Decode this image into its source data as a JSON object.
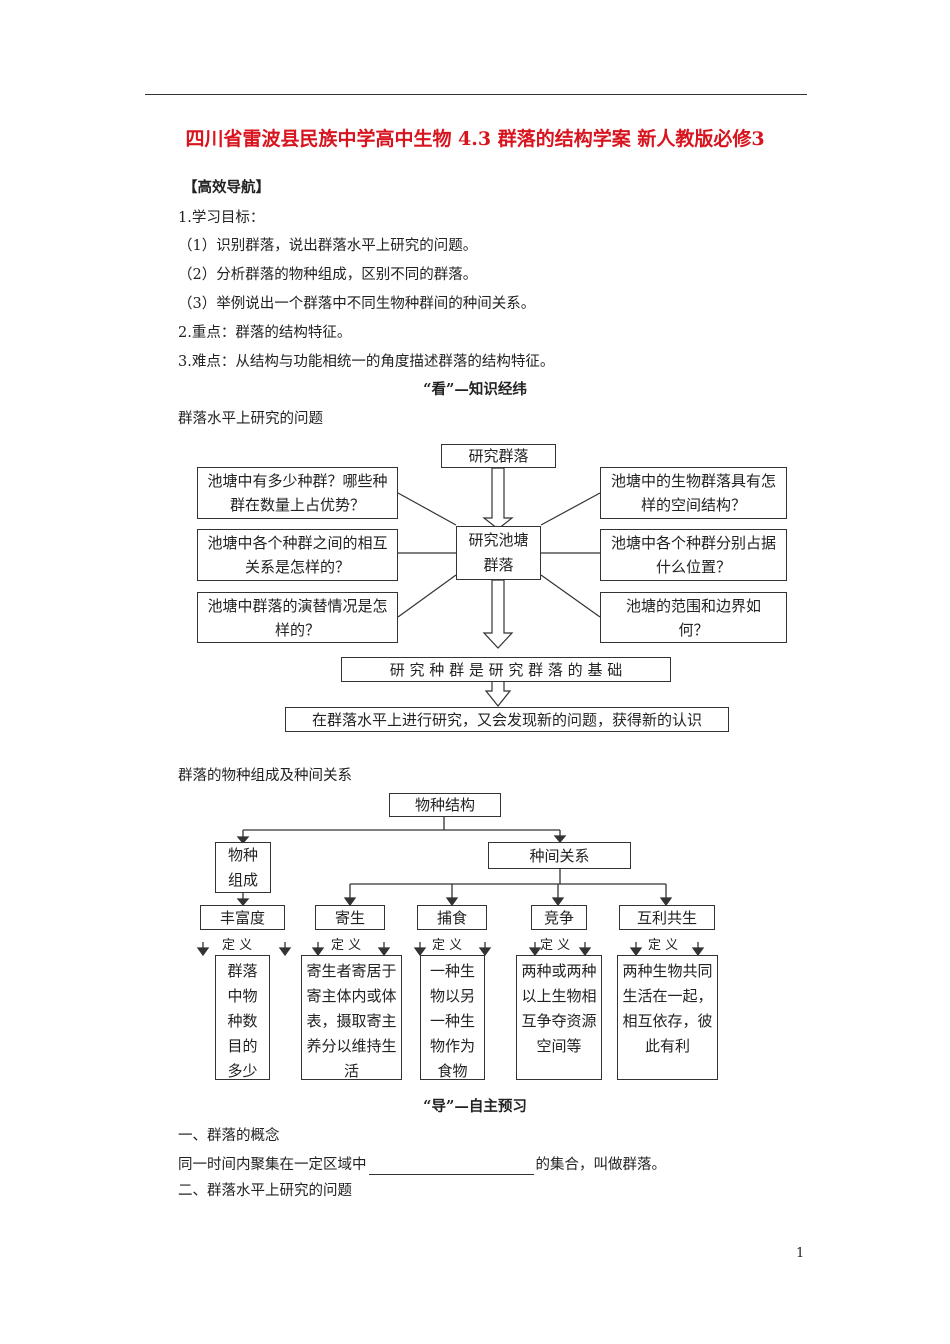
{
  "title": "四川省雷波县民族中学高中生物 4.3 群落的结构学案 新人教版必修3",
  "nav_heading": "【高效导航】",
  "objectives": {
    "label": "1.学习目标：",
    "items": [
      "（1）识别群落，说出群落水平上研究的问题。",
      "（2）分析群落的物种组成，区别不同的群落。",
      "（3）举例说出一个群落中不同生物种群间的种间关系。"
    ],
    "key_point": "2.重点：群落的结构特征。",
    "difficulty": "3.难点：从结构与功能相统一的角度描述群落的结构特征。"
  },
  "section_look": "“看”—知识经纬",
  "diagram1": {
    "caption": "群落水平上研究的问题",
    "top": "研究群落",
    "center": "研究池塘群落",
    "left": [
      "池塘中有多少种群？哪些种群在数量上占优势？",
      "池塘中各个种群之间的相互关系是怎样的？",
      "池塘中群落的演替情况是怎样的？"
    ],
    "right": [
      "池塘中的生物群落具有怎样的空间结构？",
      "池塘中各个种群分别占据什么位置？",
      "池塘的范围和边界如何？"
    ],
    "basis": "研 究 种 群 是 研 究 群 落 的 基 础",
    "result": "在群落水平上进行研究，又会发现新的问题，获得新的认识"
  },
  "diagram2": {
    "caption": "群落的物种组成及种间关系",
    "root": "物种结构",
    "composition": "物种组成",
    "interactions": "种间关系",
    "definition_label": "定 义",
    "categories": [
      {
        "name": "丰富度",
        "definition": "群落中物种数目的多少"
      },
      {
        "name": "寄生",
        "definition": "寄生者寄居于寄主体内或体表，摄取寄主养分以维持生活"
      },
      {
        "name": "捕食",
        "definition": "一种生物以另一种生物作为食物"
      },
      {
        "name": "竞争",
        "definition": "两种或两种以上生物相互争夺资源空间等"
      },
      {
        "name": "互利共生",
        "definition": "两种生物共同生活在一起，相互依存，彼此有利"
      }
    ]
  },
  "section_guide": "“导”—自主预习",
  "preview": {
    "q1_title": "一、群落的概念",
    "q1_before": "同一时间内聚集在一定区域中",
    "q1_after": "的集合，叫做群落。",
    "q2_title": "二、群落水平上研究的问题"
  },
  "page_number": "1"
}
